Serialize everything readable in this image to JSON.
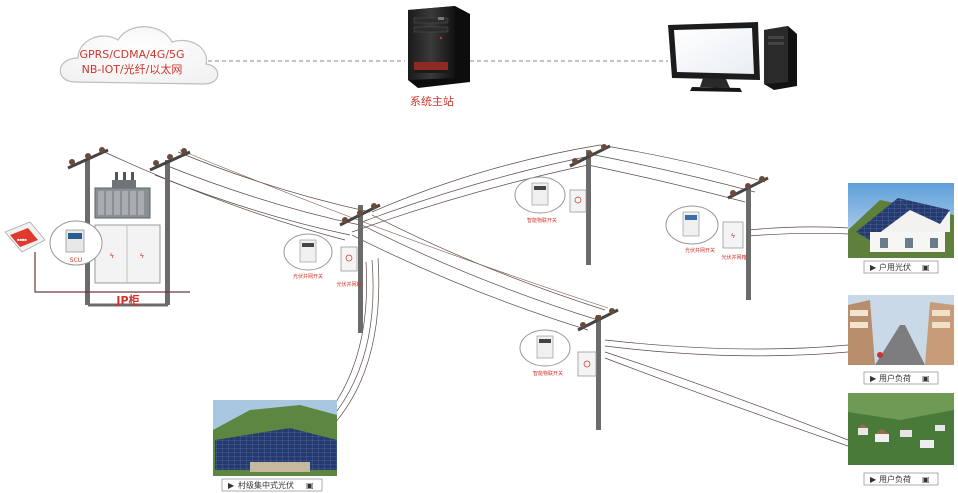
{
  "cloud": {
    "line1": "GPRS/CDMA/4G/5G",
    "line2": "NB-IOT/光纤/以太网"
  },
  "master_station": {
    "label": "系统主站"
  },
  "jp_cabinet": {
    "label": "JP柜",
    "scu_label": "SCU"
  },
  "device_labels": {
    "pv_grid_switch_a": "光伏并网开关",
    "pv_grid_box_a": "光伏并网箱",
    "smart_iot_switch_a": "智能物联开关",
    "pv_grid_switch_b": "光伏并网开关",
    "pv_grid_box_b": "光伏并网箱",
    "smart_iot_switch_b": "智能物联开关"
  },
  "photos": {
    "household_pv": {
      "caption": "户用光伏"
    },
    "user_load_1": {
      "caption": "用户负荷"
    },
    "user_load_2": {
      "caption": "用户负荷"
    },
    "village_pv": {
      "caption": "村级集中式光伏"
    }
  },
  "colors": {
    "accent_red": "#d0342c",
    "wire": "#5a4a44",
    "dashed_link": "#888888"
  }
}
